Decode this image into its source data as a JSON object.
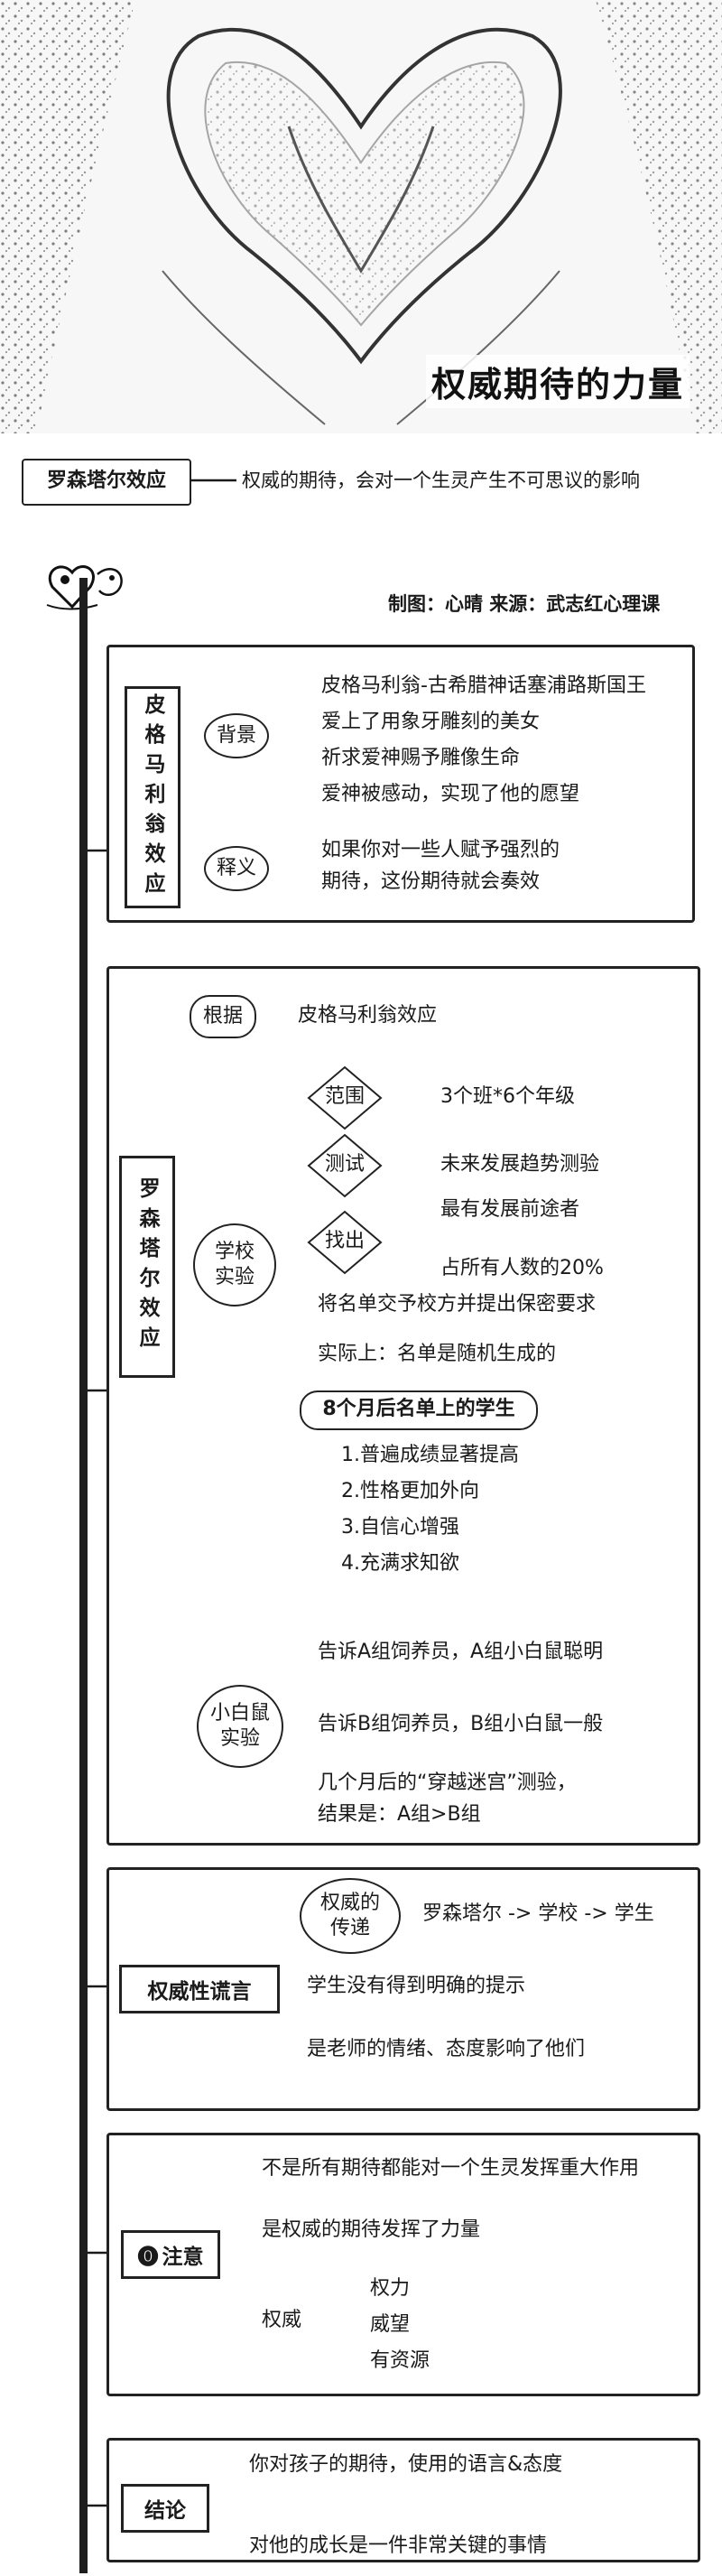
{
  "header": {
    "title": "权威期待的力量"
  },
  "intro": {
    "tag": "罗森塔尔效应",
    "summary": "权威的期待，会对一个生灵产生不可思议的影响"
  },
  "credit": "制图：心晴  来源：武志红心理课",
  "pygmalion": {
    "label": "皮格马利翁效应",
    "background": {
      "label": "背景",
      "items": [
        "皮格马利翁-古希腊神话塞浦路斯国王",
        "爱上了用象牙雕刻的美女",
        "祈求爱神赐予雕像生命",
        "爱神被感动，实现了他的愿望"
      ]
    },
    "meaning": {
      "label": "释义",
      "line1": "如果你对一些人赋予强烈的",
      "line2": "期待，这份期待就会奏效"
    }
  },
  "rosenthal": {
    "label": "罗森塔尔效应",
    "basis": {
      "label": "根据",
      "value": "皮格马利翁效应"
    },
    "school": {
      "label_line1": "学校",
      "label_line2": "实验",
      "scope": {
        "label": "范围",
        "value": "3个班*6个年级"
      },
      "test": {
        "label": "测试",
        "value": "未来发展趋势测验"
      },
      "pick": {
        "label": "找出",
        "line1": "最有发展前途者",
        "line2": "占所有人数的20%"
      },
      "handover": "将名单交予校方并提出保密要求",
      "reality": "实际上：名单是随机生成的",
      "after_title": "8个月后名单上的学生",
      "after_items": [
        "1.普遍成绩显著提高",
        "2.性格更加外向",
        "3.自信心增强",
        "4.充满求知欲"
      ]
    },
    "mice": {
      "label_line1": "小白鼠",
      "label_line2": "实验",
      "a": "告诉A组饲养员，A组小白鼠聪明",
      "b": "告诉B组饲养员，B组小白鼠一般",
      "result_line1": "几个月后的“穿越迷宫”测验，",
      "result_line2": "结果是：A组>B组"
    }
  },
  "authority": {
    "label": "权威性谎言",
    "transfer": {
      "label_line1": "权威的",
      "label_line2": "传递",
      "value": "罗森塔尔 -> 学校 -> 学生"
    },
    "no_hint": "学生没有得到明确的提示",
    "teacher": "是老师的情绪、态度影响了他们"
  },
  "note": {
    "label": "注意",
    "icon_glyph": "⓿",
    "not_all": "不是所有期待都能对一个生灵发挥重大作用",
    "power": "是权威的期待发挥了力量",
    "authority": {
      "label": "权威",
      "items": [
        "权力",
        "威望",
        "有资源"
      ]
    }
  },
  "conclusion": {
    "label": "结论",
    "line1": "你对孩子的期待，使用的语言&态度",
    "line2": "对他的成长是一件非常关键的事情"
  }
}
